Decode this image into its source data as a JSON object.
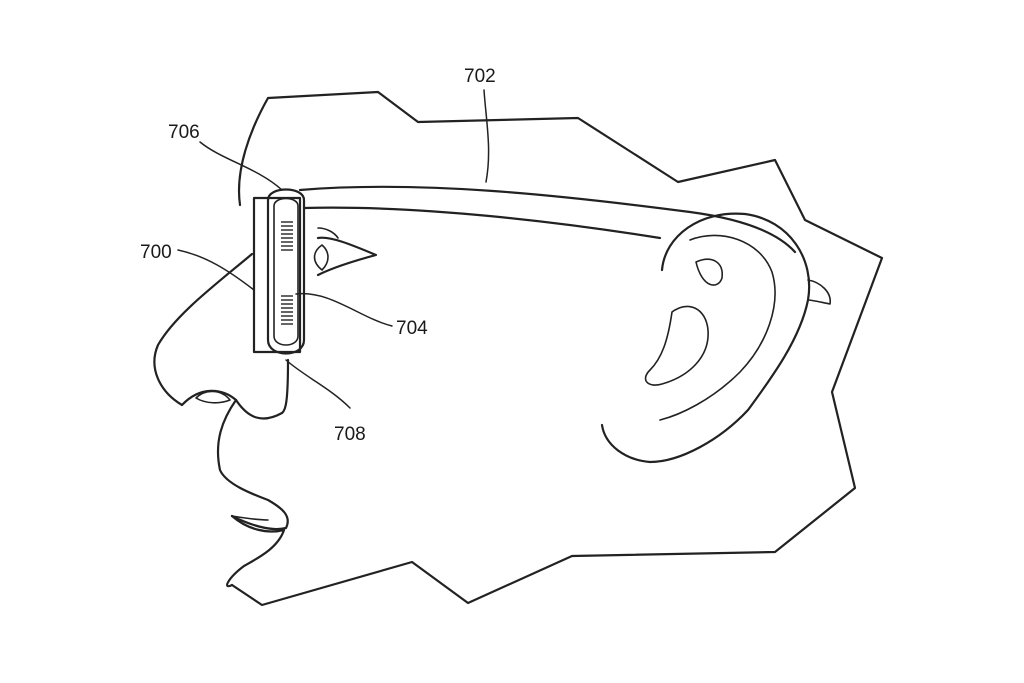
{
  "figure": {
    "labels": {
      "frame": "700",
      "strap": "702",
      "display_element": "704",
      "light_source": "706",
      "lens": "708"
    }
  }
}
